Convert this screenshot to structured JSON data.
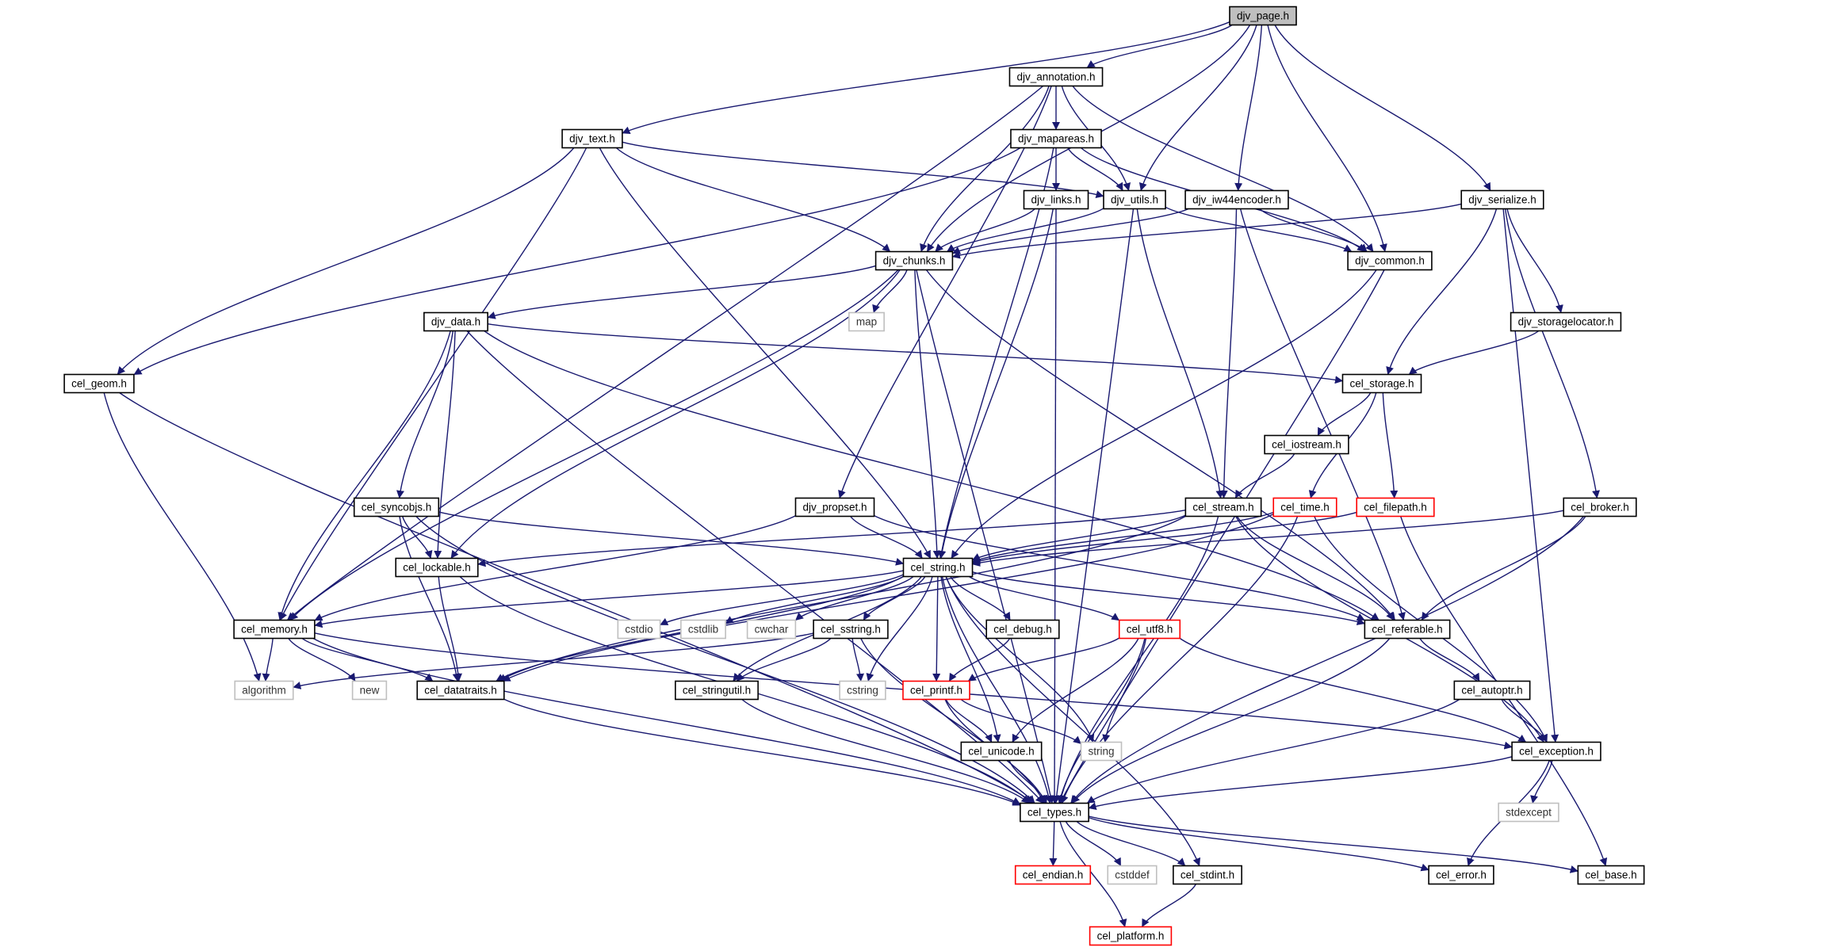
{
  "colors": {
    "edge": "#191970",
    "box_normal": "#000000",
    "box_truncated": "#ff0000",
    "box_system": "#bfbfbf",
    "root_fill": "#bfbfbf"
  },
  "nodes": [
    {
      "id": "djv_page",
      "label": "djv_page.h",
      "kind": "root"
    },
    {
      "id": "djv_annotation",
      "label": "djv_annotation.h",
      "kind": "normal"
    },
    {
      "id": "djv_text",
      "label": "djv_text.h",
      "kind": "normal"
    },
    {
      "id": "djv_mapareas",
      "label": "djv_mapareas.h",
      "kind": "normal"
    },
    {
      "id": "djv_links",
      "label": "djv_links.h",
      "kind": "normal"
    },
    {
      "id": "djv_utils",
      "label": "djv_utils.h",
      "kind": "normal"
    },
    {
      "id": "djv_iw44encoder",
      "label": "djv_iw44encoder.h",
      "kind": "normal"
    },
    {
      "id": "djv_serialize",
      "label": "djv_serialize.h",
      "kind": "normal"
    },
    {
      "id": "djv_chunks",
      "label": "djv_chunks.h",
      "kind": "normal"
    },
    {
      "id": "djv_common",
      "label": "djv_common.h",
      "kind": "normal"
    },
    {
      "id": "map",
      "label": "map",
      "kind": "system"
    },
    {
      "id": "djv_data",
      "label": "djv_data.h",
      "kind": "normal"
    },
    {
      "id": "djv_storagelocator",
      "label": "djv_storagelocator.h",
      "kind": "normal"
    },
    {
      "id": "cel_geom",
      "label": "cel_geom.h",
      "kind": "normal"
    },
    {
      "id": "cel_storage",
      "label": "cel_storage.h",
      "kind": "normal"
    },
    {
      "id": "cel_iostream",
      "label": "cel_iostream.h",
      "kind": "normal"
    },
    {
      "id": "cel_syncobjs",
      "label": "cel_syncobjs.h",
      "kind": "normal"
    },
    {
      "id": "djv_propset",
      "label": "djv_propset.h",
      "kind": "normal"
    },
    {
      "id": "cel_stream",
      "label": "cel_stream.h",
      "kind": "normal"
    },
    {
      "id": "cel_time",
      "label": "cel_time.h",
      "kind": "truncated"
    },
    {
      "id": "cel_filepath",
      "label": "cel_filepath.h",
      "kind": "truncated"
    },
    {
      "id": "cel_broker",
      "label": "cel_broker.h",
      "kind": "normal"
    },
    {
      "id": "cel_lockable",
      "label": "cel_lockable.h",
      "kind": "normal"
    },
    {
      "id": "cel_string",
      "label": "cel_string.h",
      "kind": "normal"
    },
    {
      "id": "cel_memory",
      "label": "cel_memory.h",
      "kind": "normal"
    },
    {
      "id": "cstdio",
      "label": "cstdio",
      "kind": "system"
    },
    {
      "id": "cstdlib",
      "label": "cstdlib",
      "kind": "system"
    },
    {
      "id": "cwchar",
      "label": "cwchar",
      "kind": "system"
    },
    {
      "id": "cel_sstring",
      "label": "cel_sstring.h",
      "kind": "normal"
    },
    {
      "id": "cel_debug",
      "label": "cel_debug.h",
      "kind": "normal"
    },
    {
      "id": "cel_utf8",
      "label": "cel_utf8.h",
      "kind": "truncated"
    },
    {
      "id": "cel_referable",
      "label": "cel_referable.h",
      "kind": "normal"
    },
    {
      "id": "algorithm",
      "label": "algorithm",
      "kind": "system"
    },
    {
      "id": "new",
      "label": "new",
      "kind": "system"
    },
    {
      "id": "cel_datatraits",
      "label": "cel_datatraits.h",
      "kind": "normal"
    },
    {
      "id": "cel_stringutil",
      "label": "cel_stringutil.h",
      "kind": "normal"
    },
    {
      "id": "cstring",
      "label": "cstring",
      "kind": "system"
    },
    {
      "id": "cel_printf",
      "label": "cel_printf.h",
      "kind": "truncated"
    },
    {
      "id": "cel_autoptr",
      "label": "cel_autoptr.h",
      "kind": "normal"
    },
    {
      "id": "string",
      "label": "string",
      "kind": "system"
    },
    {
      "id": "cel_unicode",
      "label": "cel_unicode.h",
      "kind": "normal"
    },
    {
      "id": "cel_exception",
      "label": "cel_exception.h",
      "kind": "normal"
    },
    {
      "id": "stdexcept",
      "label": "stdexcept",
      "kind": "system"
    },
    {
      "id": "cel_types",
      "label": "cel_types.h",
      "kind": "normal"
    },
    {
      "id": "cel_endian",
      "label": "cel_endian.h",
      "kind": "truncated"
    },
    {
      "id": "cstddef",
      "label": "cstddef",
      "kind": "system"
    },
    {
      "id": "cel_stdint",
      "label": "cel_stdint.h",
      "kind": "normal"
    },
    {
      "id": "cel_error",
      "label": "cel_error.h",
      "kind": "normal"
    },
    {
      "id": "cel_base",
      "label": "cel_base.h",
      "kind": "normal"
    },
    {
      "id": "cel_platform",
      "label": "cel_platform.h",
      "kind": "truncated"
    }
  ],
  "edges": [
    [
      "djv_page",
      "djv_annotation"
    ],
    [
      "djv_page",
      "djv_text"
    ],
    [
      "djv_page",
      "djv_chunks"
    ],
    [
      "djv_page",
      "djv_utils"
    ],
    [
      "djv_page",
      "djv_iw44encoder"
    ],
    [
      "djv_page",
      "djv_common"
    ],
    [
      "djv_page",
      "djv_serialize"
    ],
    [
      "djv_annotation",
      "djv_mapareas"
    ],
    [
      "djv_annotation",
      "djv_utils"
    ],
    [
      "djv_annotation",
      "djv_chunks"
    ],
    [
      "djv_annotation",
      "djv_common"
    ],
    [
      "djv_annotation",
      "djv_propset"
    ],
    [
      "djv_annotation",
      "cel_memory"
    ],
    [
      "djv_text",
      "djv_chunks"
    ],
    [
      "djv_text",
      "djv_utils"
    ],
    [
      "djv_text",
      "cel_geom"
    ],
    [
      "djv_text",
      "cel_string"
    ],
    [
      "djv_text",
      "cel_memory"
    ],
    [
      "djv_mapareas",
      "djv_links"
    ],
    [
      "djv_mapareas",
      "djv_utils"
    ],
    [
      "djv_mapareas",
      "djv_common"
    ],
    [
      "djv_mapareas",
      "cel_geom"
    ],
    [
      "djv_mapareas",
      "cel_string"
    ],
    [
      "djv_links",
      "djv_chunks"
    ],
    [
      "djv_links",
      "cel_string"
    ],
    [
      "djv_links",
      "cel_types"
    ],
    [
      "djv_utils",
      "djv_chunks"
    ],
    [
      "djv_utils",
      "djv_common"
    ],
    [
      "djv_utils",
      "cel_stream"
    ],
    [
      "djv_utils",
      "cel_types"
    ],
    [
      "djv_iw44encoder",
      "djv_chunks"
    ],
    [
      "djv_iw44encoder",
      "djv_common"
    ],
    [
      "djv_iw44encoder",
      "cel_stream"
    ],
    [
      "djv_iw44encoder",
      "cel_referable"
    ],
    [
      "djv_serialize",
      "djv_chunks"
    ],
    [
      "djv_serialize",
      "djv_storagelocator"
    ],
    [
      "djv_serialize",
      "cel_storage"
    ],
    [
      "djv_serialize",
      "cel_broker"
    ],
    [
      "djv_serialize",
      "cel_exception"
    ],
    [
      "djv_chunks",
      "map"
    ],
    [
      "djv_chunks",
      "djv_data"
    ],
    [
      "djv_chunks",
      "cel_string"
    ],
    [
      "djv_chunks",
      "cel_referable"
    ],
    [
      "djv_chunks",
      "cel_memory"
    ],
    [
      "djv_chunks",
      "cel_lockable"
    ],
    [
      "djv_chunks",
      "cel_types"
    ],
    [
      "djv_common",
      "cel_string"
    ],
    [
      "djv_common",
      "cel_types"
    ],
    [
      "djv_data",
      "cel_storage"
    ],
    [
      "djv_data",
      "cel_syncobjs"
    ],
    [
      "djv_data",
      "cel_lockable"
    ],
    [
      "djv_data",
      "cel_memory"
    ],
    [
      "djv_data",
      "cel_referable"
    ],
    [
      "djv_data",
      "cel_types"
    ],
    [
      "djv_storagelocator",
      "cel_storage"
    ],
    [
      "cel_geom",
      "algorithm"
    ],
    [
      "cel_geom",
      "cel_types"
    ],
    [
      "cel_storage",
      "cel_iostream"
    ],
    [
      "cel_storage",
      "cel_time"
    ],
    [
      "cel_storage",
      "cel_filepath"
    ],
    [
      "cel_iostream",
      "cel_stream"
    ],
    [
      "cel_syncobjs",
      "cel_lockable"
    ],
    [
      "cel_syncobjs",
      "cel_string"
    ],
    [
      "cel_syncobjs",
      "cel_datatraits"
    ],
    [
      "cel_syncobjs",
      "cel_types"
    ],
    [
      "djv_propset",
      "cel_string"
    ],
    [
      "djv_propset",
      "cel_referable"
    ],
    [
      "djv_propset",
      "cel_memory"
    ],
    [
      "cel_stream",
      "cel_string"
    ],
    [
      "cel_stream",
      "cel_referable"
    ],
    [
      "cel_stream",
      "cel_exception"
    ],
    [
      "cel_stream",
      "cel_lockable"
    ],
    [
      "cel_stream",
      "cel_datatraits"
    ],
    [
      "cel_stream",
      "cel_types"
    ],
    [
      "cel_time",
      "cel_string"
    ],
    [
      "cel_time",
      "cel_exception"
    ],
    [
      "cel_time",
      "cel_datatraits"
    ],
    [
      "cel_time",
      "cel_types"
    ],
    [
      "cel_filepath",
      "cel_string"
    ],
    [
      "cel_filepath",
      "cel_base"
    ],
    [
      "cel_broker",
      "cel_string"
    ],
    [
      "cel_broker",
      "cel_referable"
    ],
    [
      "cel_broker",
      "cel_types"
    ],
    [
      "cel_lockable",
      "cel_datatraits"
    ],
    [
      "cel_lockable",
      "cel_types"
    ],
    [
      "cel_string",
      "cel_memory"
    ],
    [
      "cel_string",
      "cstdio"
    ],
    [
      "cel_string",
      "cstdlib"
    ],
    [
      "cel_string",
      "cwchar"
    ],
    [
      "cel_string",
      "cel_sstring"
    ],
    [
      "cel_string",
      "cel_debug"
    ],
    [
      "cel_string",
      "cel_utf8"
    ],
    [
      "cel_string",
      "cel_referable"
    ],
    [
      "cel_string",
      "cel_datatraits"
    ],
    [
      "cel_string",
      "cel_stringutil"
    ],
    [
      "cel_string",
      "cstring"
    ],
    [
      "cel_string",
      "cel_printf"
    ],
    [
      "cel_string",
      "string"
    ],
    [
      "cel_string",
      "cel_unicode"
    ],
    [
      "cel_string",
      "cel_types"
    ],
    [
      "cel_string",
      "cel_stdint"
    ],
    [
      "cel_memory",
      "algorithm"
    ],
    [
      "cel_memory",
      "new"
    ],
    [
      "cel_memory",
      "cel_datatraits"
    ],
    [
      "cel_memory",
      "cel_exception"
    ],
    [
      "cel_memory",
      "cel_types"
    ],
    [
      "cel_sstring",
      "cel_stringutil"
    ],
    [
      "cel_sstring",
      "cstring"
    ],
    [
      "cel_sstring",
      "cel_types"
    ],
    [
      "cel_sstring",
      "algorithm"
    ],
    [
      "cel_debug",
      "cel_printf"
    ],
    [
      "cel_utf8",
      "cel_unicode"
    ],
    [
      "cel_utf8",
      "string"
    ],
    [
      "cel_utf8",
      "cel_exception"
    ],
    [
      "cel_utf8",
      "cel_types"
    ],
    [
      "cel_utf8",
      "cel_printf"
    ],
    [
      "cel_referable",
      "cel_autoptr"
    ],
    [
      "cel_referable",
      "cel_types"
    ],
    [
      "cel_datatraits",
      "cel_types"
    ],
    [
      "cel_stringutil",
      "cel_types"
    ],
    [
      "cel_printf",
      "cel_unicode"
    ],
    [
      "cel_printf",
      "string"
    ],
    [
      "cel_printf",
      "cel_types"
    ],
    [
      "cel_autoptr",
      "cel_exception"
    ],
    [
      "cel_autoptr",
      "cel_types"
    ],
    [
      "cel_unicode",
      "cel_types"
    ],
    [
      "cel_exception",
      "stdexcept"
    ],
    [
      "cel_exception",
      "cel_error"
    ],
    [
      "cel_exception",
      "cel_types"
    ],
    [
      "cel_types",
      "cel_endian"
    ],
    [
      "cel_types",
      "cstddef"
    ],
    [
      "cel_types",
      "cel_stdint"
    ],
    [
      "cel_types",
      "cel_error"
    ],
    [
      "cel_types",
      "cel_base"
    ],
    [
      "cel_types",
      "cel_platform"
    ],
    [
      "cel_stdint",
      "cel_platform"
    ]
  ]
}
